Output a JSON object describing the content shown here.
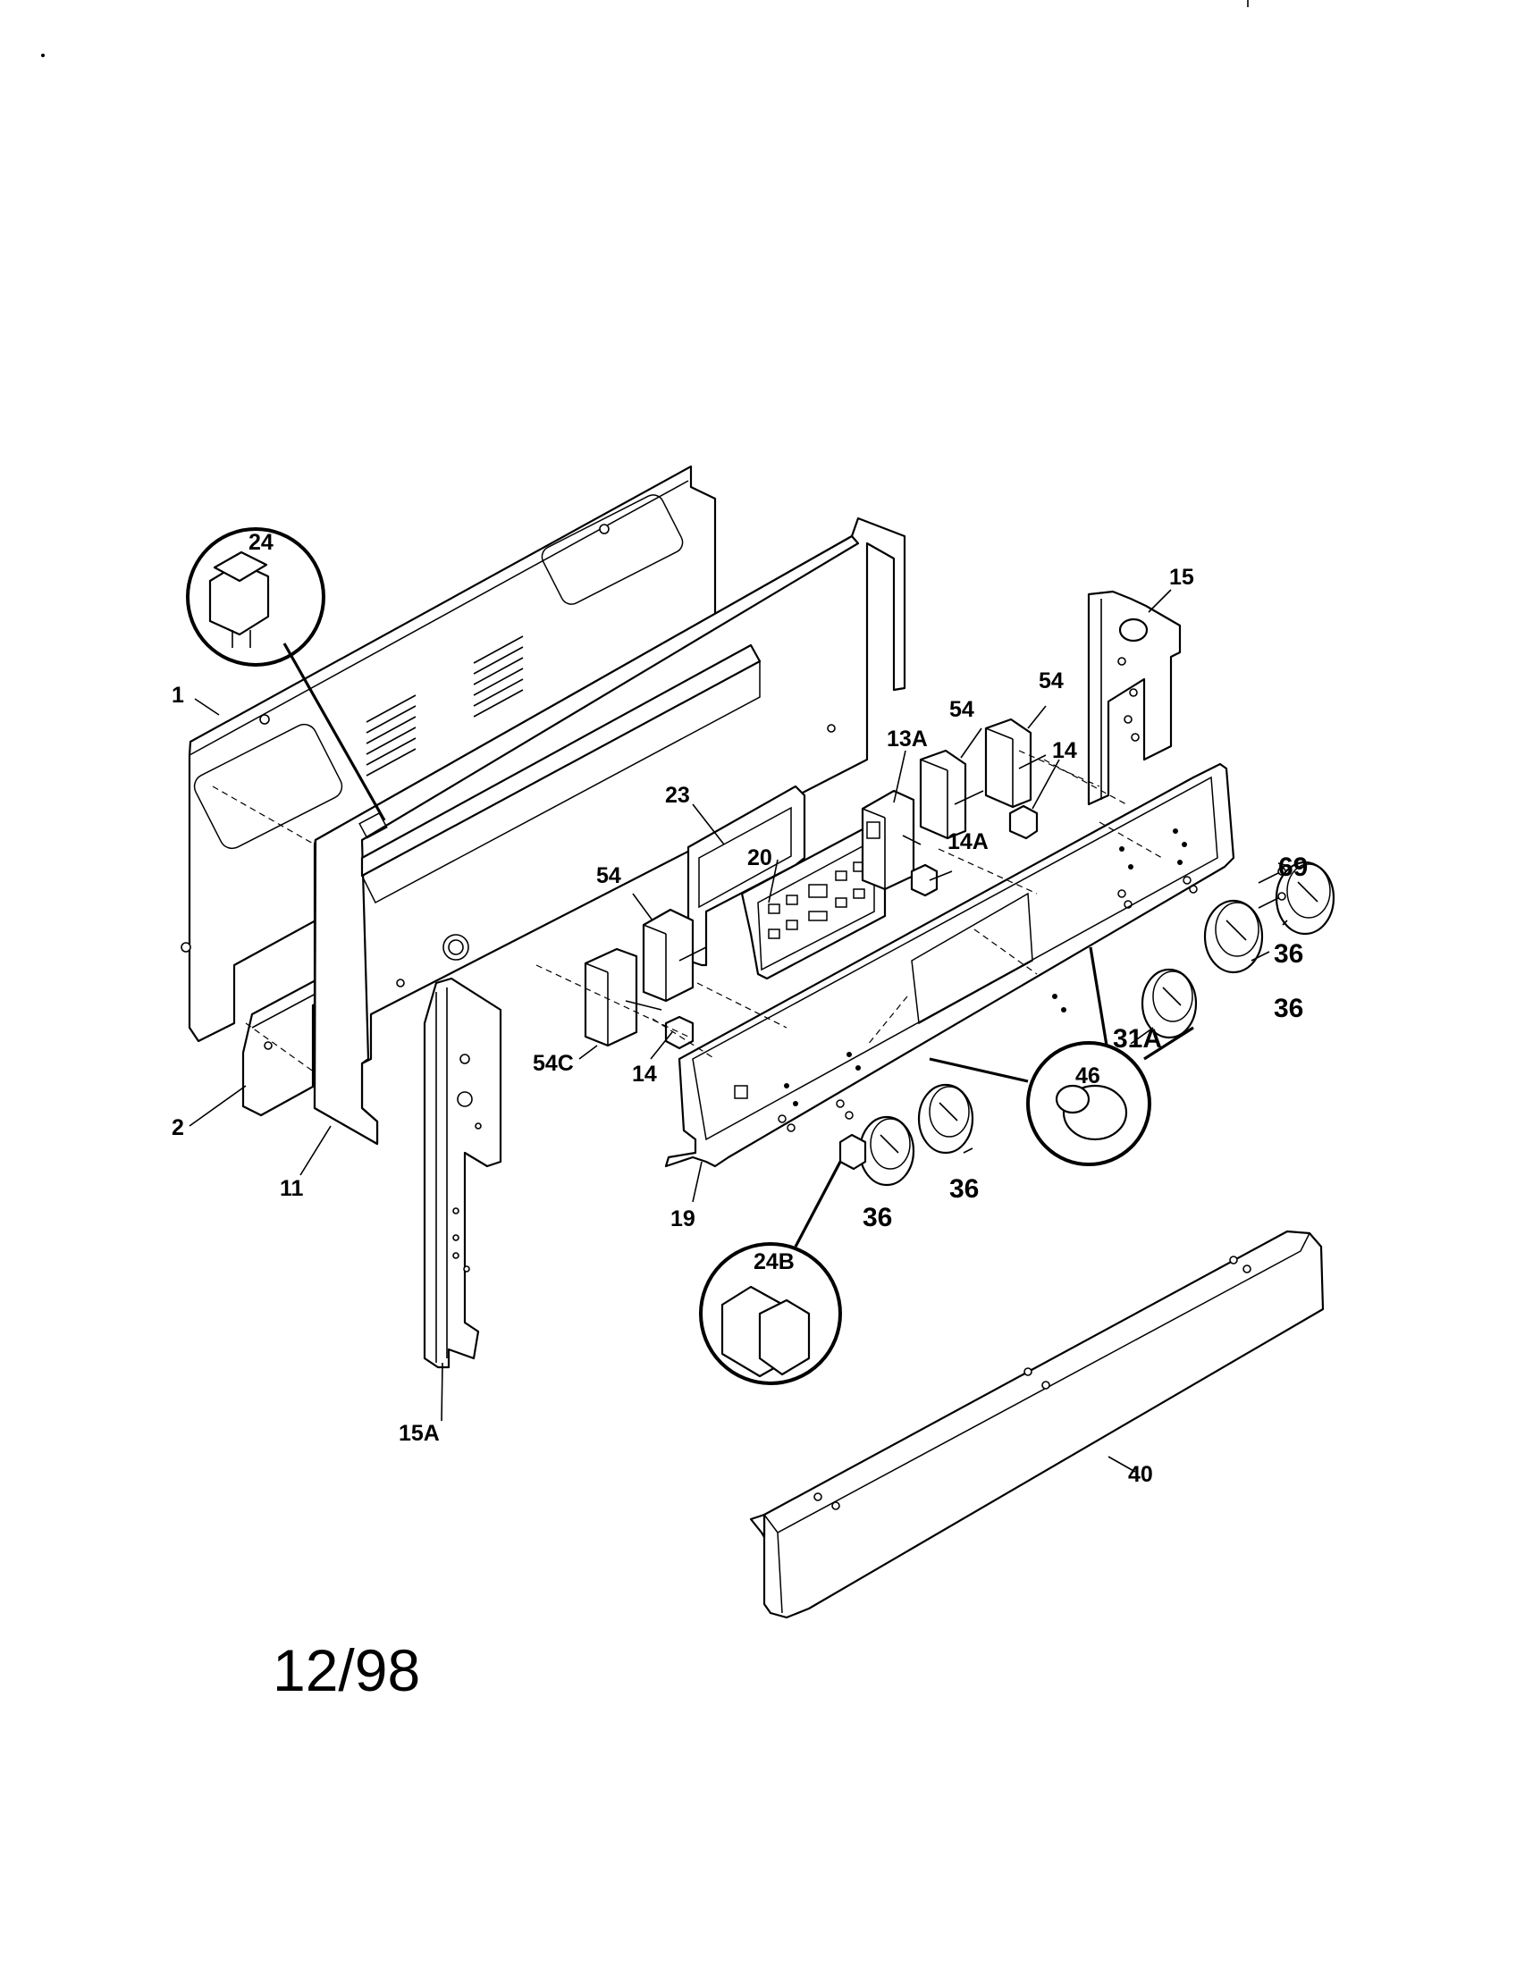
{
  "callouts": {
    "c24": "24",
    "c46": "46",
    "c24B": "24B"
  },
  "labels": {
    "l1": "1",
    "l2": "2",
    "l11": "11",
    "l13A": "13A",
    "l14_top": "14",
    "l14_bottom": "14",
    "l14A": "14A",
    "l15": "15",
    "l15A": "15A",
    "l19": "19",
    "l20": "20",
    "l23": "23",
    "l31A": "31A",
    "l36_a": "36",
    "l36_b": "36",
    "l36_c": "36",
    "l36_d": "36",
    "l40": "40",
    "l54_a": "54",
    "l54_b": "54",
    "l54_c": "54",
    "l54C": "54C",
    "l69": "69"
  },
  "date_stamp": "12/98"
}
